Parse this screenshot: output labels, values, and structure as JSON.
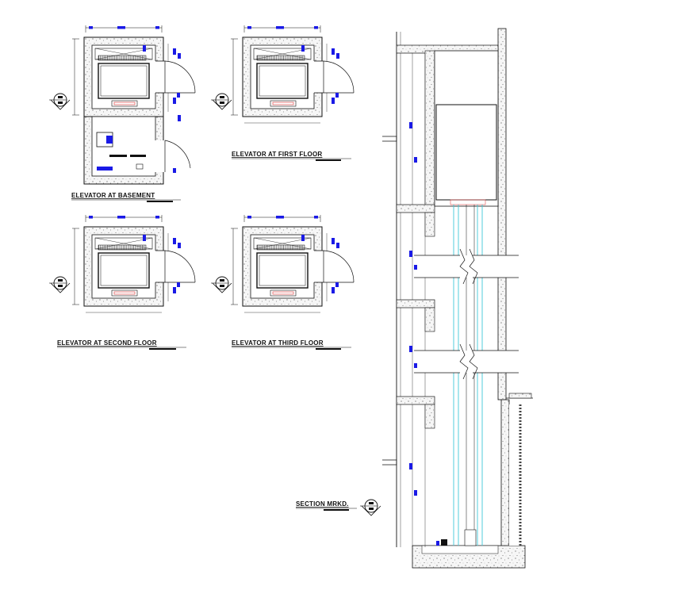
{
  "labels": {
    "basement": "ELEVATOR AT BASEMENT",
    "first": "ELEVATOR AT FIRST FLOOR",
    "second": "ELEVATOR AT SECOND FLOOR",
    "third": "ELEVATOR AT THIRD FLOOR",
    "section": "SECTION MRKD."
  },
  "colors": {
    "line": "#111111",
    "accent": "#1a1ae6",
    "rail": "#3fc8d8",
    "brake": "#e05050",
    "concrete": "#f4f4f4"
  }
}
